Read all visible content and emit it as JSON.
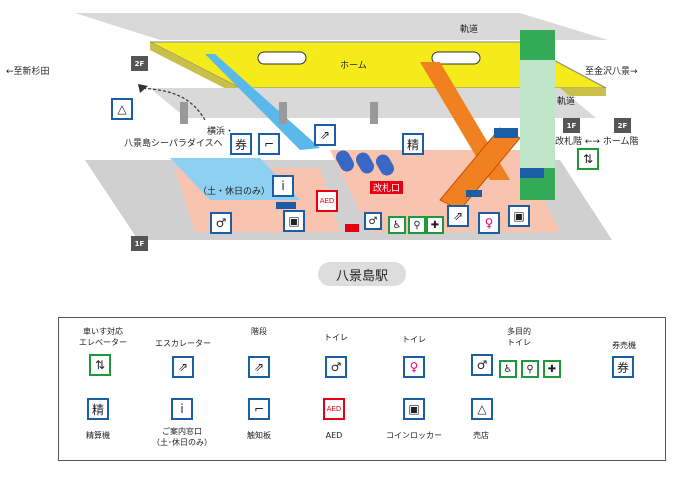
{
  "directions": {
    "left": "←至新杉田",
    "right": "至金沢八景→"
  },
  "floors": {
    "second": "2F",
    "first": "1F"
  },
  "map_labels": {
    "track_top": "軌道",
    "track_mid": "軌道",
    "platform": "ホーム",
    "to_sea_paradise_line1": "横浜・",
    "to_sea_paradise_line2": "八景島シーパラダイスへ",
    "weekends": "（土・休日のみ）",
    "ticket_gate_red": "改札口",
    "elevator_1f": "1F",
    "elevator_2f": "2F",
    "elevator_route": "改札階 ←→ ホーム階",
    "station_name": "八景島駅"
  },
  "icon_glyphs": {
    "seisan": "精",
    "aed": "AED",
    "escalator": "⇗",
    "stairs": "⇗",
    "mens": "♂",
    "womens": "♀",
    "wheelchair": "♿",
    "baby": "⚲",
    "ostomy": "✚",
    "ticket": "券",
    "info": "i",
    "braille": "⌐",
    "locker": "▣",
    "shop": "△",
    "elevator": "⇅"
  },
  "legend": {
    "elevator": [
      "車いす対応",
      "エレベーター"
    ],
    "escalator": "エスカレーター",
    "stairs": "階段",
    "toilet_men": "トイレ",
    "toilet_women": "トイレ",
    "multi_toilet": [
      "多目的",
      "トイレ"
    ],
    "ticket_machine": "券売機",
    "fare_adjust": "精算機",
    "info_window": [
      "ご案内窓口",
      "（土･休日のみ）"
    ],
    "braille_board": "触知板",
    "aed": "AED",
    "coin_locker": "コインロッカー",
    "shop": "売店"
  },
  "colors": {
    "platform": "#f5ea1a",
    "concourse": "#f8c4b0",
    "track": "#d9d9d9",
    "elevator_shaft": "#33aa55",
    "path": "#5bb8ea",
    "icon_blue": "#1c5ea5",
    "icon_green": "#1c9a3c",
    "red": "#e60012",
    "stair_orange": "#f08020"
  }
}
